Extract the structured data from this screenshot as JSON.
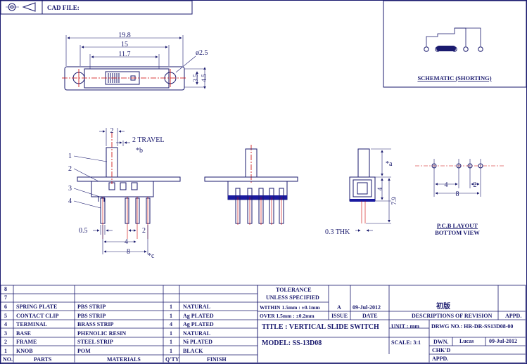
{
  "header": {
    "cad_file_label": "CAD FILE:"
  },
  "schematic": {
    "label": "SCHEMATIC (SHORTING)"
  },
  "top_view": {
    "dims": [
      "19.8",
      "15",
      "11.7",
      "ø2.5",
      "3.5",
      "4.5"
    ]
  },
  "side_view": {
    "dims": [
      "2",
      "2 TRAVEL",
      "*b",
      "0.5",
      "2",
      "4",
      "8",
      "*c"
    ],
    "callouts": [
      "1",
      "2",
      "3",
      "4"
    ]
  },
  "end_view": {
    "dims": [
      "*a",
      "4",
      "7.9",
      "0.3 THK"
    ]
  },
  "pcb": {
    "dims": [
      "4",
      "2",
      "8"
    ],
    "label_line1": "P.C.B LAYOUT",
    "label_line2": "BOTTOM VIEW"
  },
  "bom": {
    "headers": {
      "no": "NO.",
      "parts": "PARTS",
      "materials": "MATERIALS",
      "qty": "Q'TY",
      "finish": "FINISH"
    },
    "rows": [
      {
        "no": "8",
        "part": "",
        "material": "",
        "qty": "",
        "finish": ""
      },
      {
        "no": "7",
        "part": "",
        "material": "",
        "qty": "",
        "finish": ""
      },
      {
        "no": "6",
        "part": "SPRING PLATE",
        "material": "PBS STRIP",
        "qty": "1",
        "finish": "NATURAL"
      },
      {
        "no": "5",
        "part": "CONTACT CLIP",
        "material": "PBS STRIP",
        "qty": "1",
        "finish": "Ag PLATED"
      },
      {
        "no": "4",
        "part": "TERMINAL",
        "material": "BRASS STRIP",
        "qty": "4",
        "finish": "Ag PLATED"
      },
      {
        "no": "3",
        "part": "BASE",
        "material": "PHENOLIC RESIN",
        "qty": "1",
        "finish": "NATURAL"
      },
      {
        "no": "2",
        "part": "FRAME",
        "material": "STEEL STRIP",
        "qty": "1",
        "finish": "Ni PLATED"
      },
      {
        "no": "1",
        "part": "KNOB",
        "material": "POM",
        "qty": "1",
        "finish": "BLACK"
      }
    ]
  },
  "title_block": {
    "tolerance": "TOLERANCE",
    "unless_specified": "UNLESS SPECIFIED",
    "within": "WITHIN 1.5mm : ±0.1mm",
    "over": "OVER 1.5mm : ±0.2mm",
    "issue_value": "A",
    "issue_date": "09-Jul-2012",
    "first_edition": "初版",
    "issue_label": "ISSUE",
    "date_label": "DATE",
    "descriptions_label": "DESCRIPTIONS OF REVISION",
    "appd_label": "APPD.",
    "title": "TITLE : VERTICAL SLIDE SWITCH",
    "unit": "UNIT : mm",
    "drwg_no": "DRWG NO.: HR-DR-SS13D08-00",
    "model": "MODEL: SS-13D08",
    "scale": "SCALE: 3:1",
    "dwn_label": "DWN.",
    "dwn_name": "Lucas",
    "dwn_date": "09-Jul-2012",
    "chkd_label": "CHK'D",
    "appd2_label": "APPD."
  }
}
